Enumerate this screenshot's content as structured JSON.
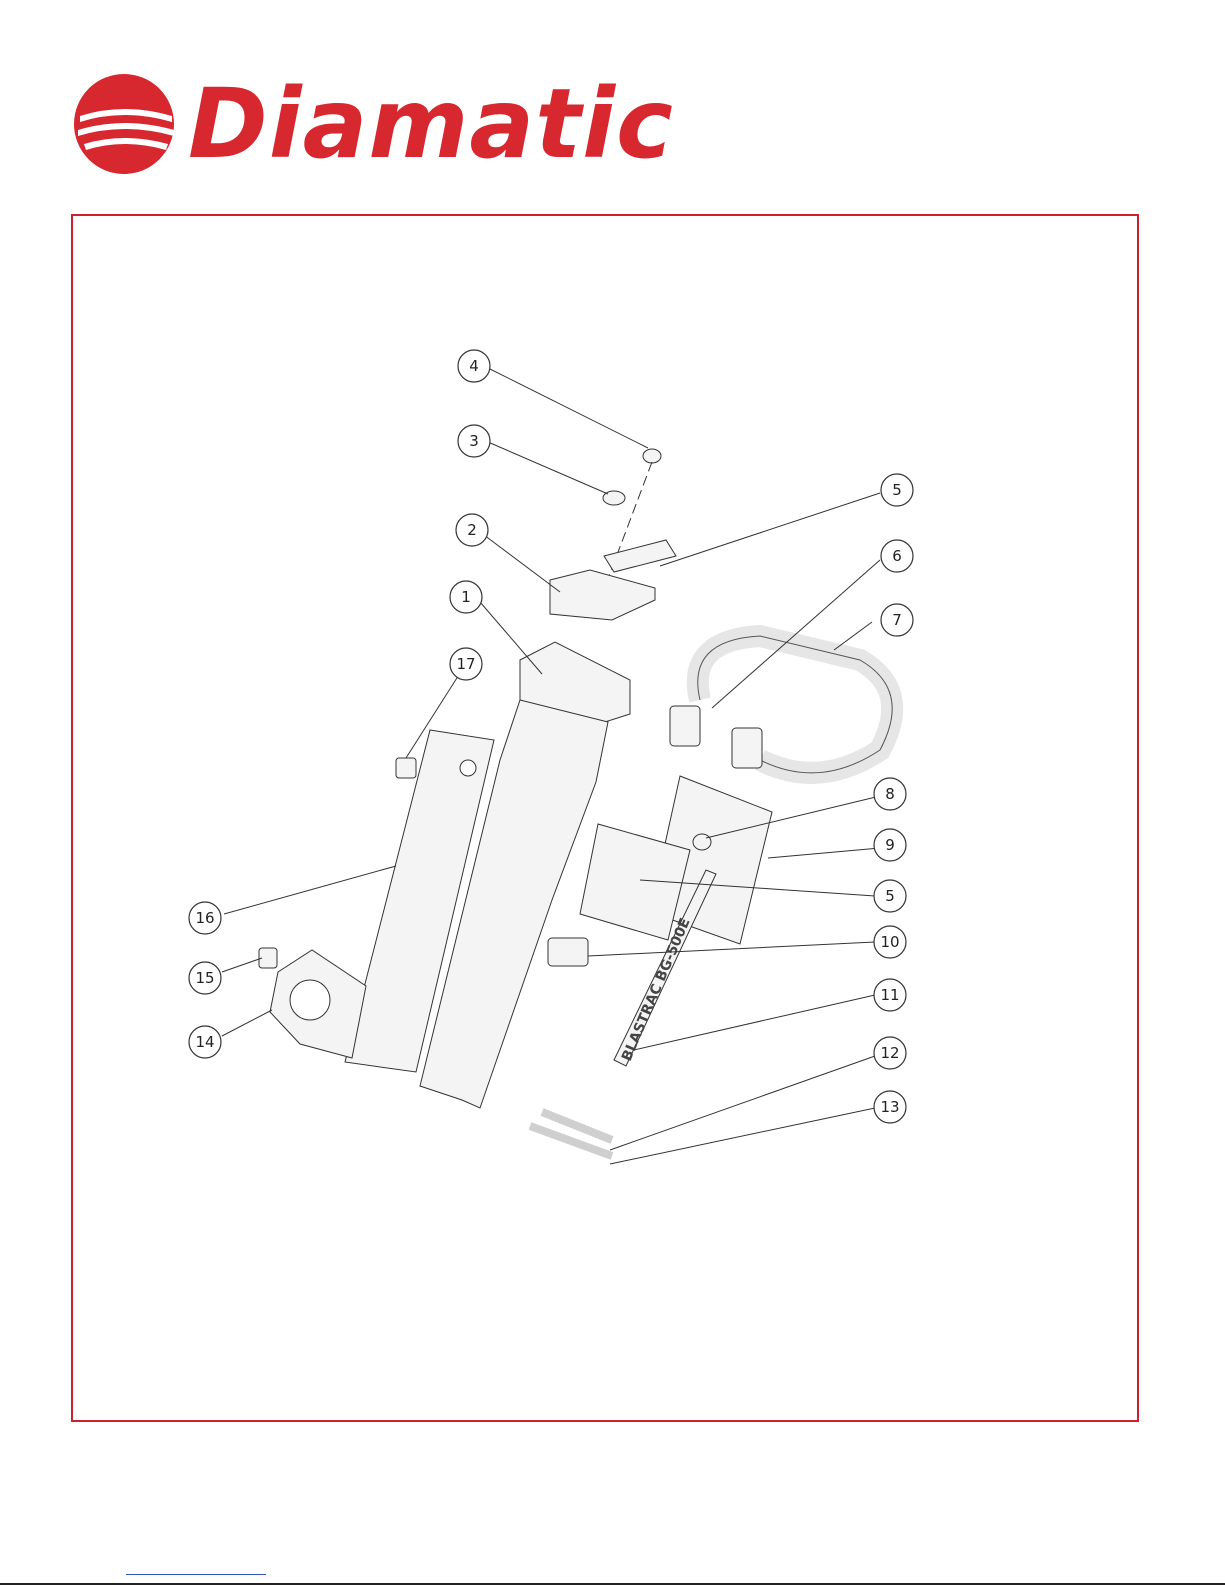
{
  "brand": {
    "name": "Diamatic",
    "color": "#d7282f"
  },
  "diagram": {
    "callouts": [
      "1",
      "2",
      "3",
      "4",
      "5",
      "6",
      "7",
      "8",
      "9",
      "5",
      "10",
      "11",
      "12",
      "13",
      "14",
      "15",
      "16",
      "17"
    ],
    "part_lettering": "BLASTRAC BG-500E"
  }
}
